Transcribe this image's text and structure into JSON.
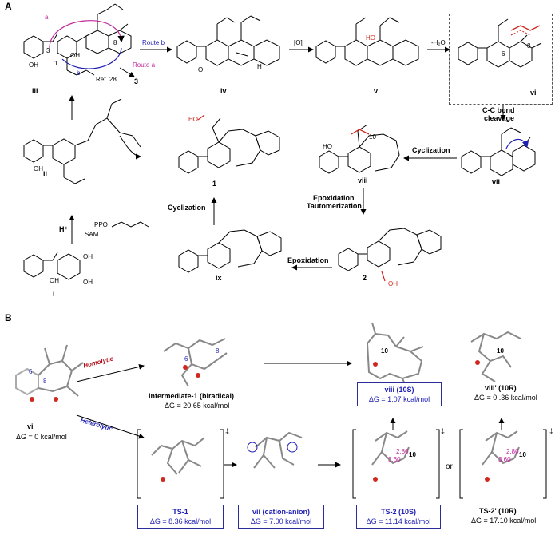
{
  "panel_a": {
    "label": "A",
    "compounds": {
      "i": "i",
      "ii": "ii",
      "iii": "iii",
      "iv": "iv",
      "v": "v",
      "vi": "vi",
      "vii": "vii",
      "viii": "viii",
      "ix": "ix",
      "one": "1",
      "two": "2",
      "three": "3"
    },
    "arrows": {
      "route_b": "Route b",
      "oxidation": "[O]",
      "dehydration": "-H₂O",
      "cc_cleavage_1": "C-C bond",
      "cc_cleavage_2": "cleavage",
      "cyclization_viii": "Cyclization",
      "cyclization_1": "Cyclization",
      "epox_taut_1": "Epoxidation",
      "epox_taut_2": "Tautomerization",
      "epoxidation": "Epoxidation",
      "route_a": "Route a",
      "ref": "Ref. 28",
      "acid": "H⁺",
      "sam": "SAM",
      "ppo": "PPO"
    },
    "atom_labels": {
      "a": "a",
      "b": "b",
      "n3": "3",
      "n1": "1",
      "n8": "8",
      "n6": "6",
      "n8b": "8",
      "n10": "10",
      "oh": "OH",
      "o": "O",
      "ho": "HO",
      "h": "H"
    }
  },
  "panel_b": {
    "label": "B",
    "homolytic": "Homolytic",
    "heterolytic": "Heterolytic",
    "vi_label": "vi",
    "vi_dg": "ΔG = 0 kcal/mol",
    "int1_label": "Intermediate-1 (biradical)",
    "int1_dg": "ΔG = 20.65 kcal/mol",
    "viii_label": "viii (10S)",
    "viii_dg": "ΔG = 1.07 kcal/mol",
    "viiip_label": "viii' (10R)",
    "viiip_dg": "ΔG = 0 .36 kcal/mol",
    "ts1_label": "TS-1",
    "ts1_dg": "ΔG = 8.36 kcal/mol",
    "vii_label": "vii (cation-anion)",
    "vii_dg": "ΔG = 7.00 kcal/mol",
    "ts2_label": "TS-2 (10S)",
    "ts2_dg": "ΔG = 11.14 kcal/mol",
    "ts2p_label": "TS-2' (10R)",
    "ts2p_dg": "ΔG = 17.10 kcal/mol",
    "or": "or",
    "dagger": "‡",
    "dist_ts2_a": "2.80",
    "dist_ts2_b": "3.60",
    "dist_ts2p_a": "2.80",
    "dist_ts2p_b": "3.60",
    "atom_6": "6",
    "atom_8": "8",
    "atom_10": "10"
  }
}
